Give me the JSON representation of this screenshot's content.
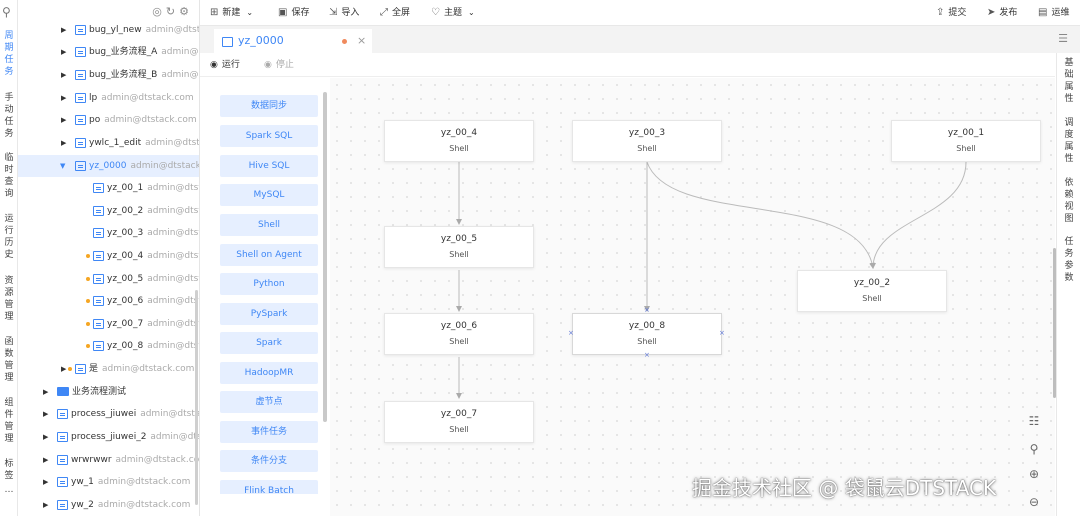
{
  "leftnav": {
    "items": [
      {
        "label": "周期任务",
        "active": true
      },
      {
        "label": "手动任务"
      },
      {
        "label": "临时查询"
      },
      {
        "label": "运行历史"
      },
      {
        "label": "资源管理"
      },
      {
        "label": "函数管理"
      },
      {
        "label": "组件管理"
      },
      {
        "label": "标签"
      }
    ],
    "more": "…"
  },
  "tree": {
    "rows": [
      {
        "name": "bug_yl_new",
        "owner": "admin@dtstack.com"
      },
      {
        "name": "bug_业务流程_A",
        "owner": "admin@dtstack.com"
      },
      {
        "name": "bug_业务流程_B",
        "owner": "admin@dtstack.com"
      },
      {
        "name": "lp",
        "owner": "admin@dtstack.com"
      },
      {
        "name": "po",
        "owner": "admin@dtstack.com"
      },
      {
        "name": "ywlc_1_edit",
        "owner": "admin@dtstack.com"
      },
      {
        "name": "yz_0000",
        "owner": "admin@dtstack.com"
      },
      {
        "name": "yz_00_1",
        "owner": "admin@dtstack.com"
      },
      {
        "name": "yz_00_2",
        "owner": "admin@dtstack.com"
      },
      {
        "name": "yz_00_3",
        "owner": "admin@dtstack.com"
      },
      {
        "name": "yz_00_4",
        "owner": "admin@dtstack.com"
      },
      {
        "name": "yz_00_5",
        "owner": "admin@dtstack.com"
      },
      {
        "name": "yz_00_6",
        "owner": "admin@dtstack.com"
      },
      {
        "name": "yz_00_7",
        "owner": "admin@dtstack.com"
      },
      {
        "name": "yz_00_8",
        "owner": "admin@dtstack.com"
      },
      {
        "name": "是",
        "owner": "admin@dtstack.com"
      },
      {
        "name": "业务流程测试",
        "owner": ""
      },
      {
        "name": "process_jiuwei",
        "owner": "admin@dtstack.com"
      },
      {
        "name": "process_jiuwei_2",
        "owner": "admin@dtstack.com"
      },
      {
        "name": "wrwrwwr",
        "owner": "admin@dtstack.com"
      },
      {
        "name": "yw_1",
        "owner": "admin@dtstack.com"
      },
      {
        "name": "yw_2",
        "owner": "admin@dtstack.com"
      }
    ]
  },
  "toolbar": {
    "new": "新建",
    "save": "保存",
    "import": "导入",
    "fullscreen": "全屏",
    "theme": "主题",
    "submit": "提交",
    "publish": "发布",
    "ops": "运维"
  },
  "tab": {
    "title": "yz_0000",
    "close": "×"
  },
  "runbar": {
    "run": "运行",
    "stop": "停止"
  },
  "palette": {
    "items": [
      "数据同步",
      "Spark SQL",
      "Hive SQL",
      "MySQL",
      "Shell",
      "Shell on Agent",
      "Python",
      "PySpark",
      "Spark",
      "HadoopMR",
      "虚节点",
      "事件任务",
      "条件分支",
      "Flink Batch"
    ]
  },
  "nodes": [
    {
      "name": "yz_00_4",
      "type": "Shell"
    },
    {
      "name": "yz_00_3",
      "type": "Shell"
    },
    {
      "name": "yz_00_1",
      "type": "Shell"
    },
    {
      "name": "yz_00_5",
      "type": "Shell"
    },
    {
      "name": "yz_00_2",
      "type": "Shell"
    },
    {
      "name": "yz_00_6",
      "type": "Shell"
    },
    {
      "name": "yz_00_8",
      "type": "Shell"
    },
    {
      "name": "yz_00_7",
      "type": "Shell"
    }
  ],
  "rightpanel": {
    "items": [
      "基础属性",
      "调度属性",
      "依赖视图",
      "任务参数"
    ]
  },
  "watermark": "掘金技术社区 @ 袋鼠云DTSTACK",
  "colors": {
    "accent": "#3f87f5",
    "modified_dot": "#f5a623",
    "palette_bg": "#e6efff"
  }
}
